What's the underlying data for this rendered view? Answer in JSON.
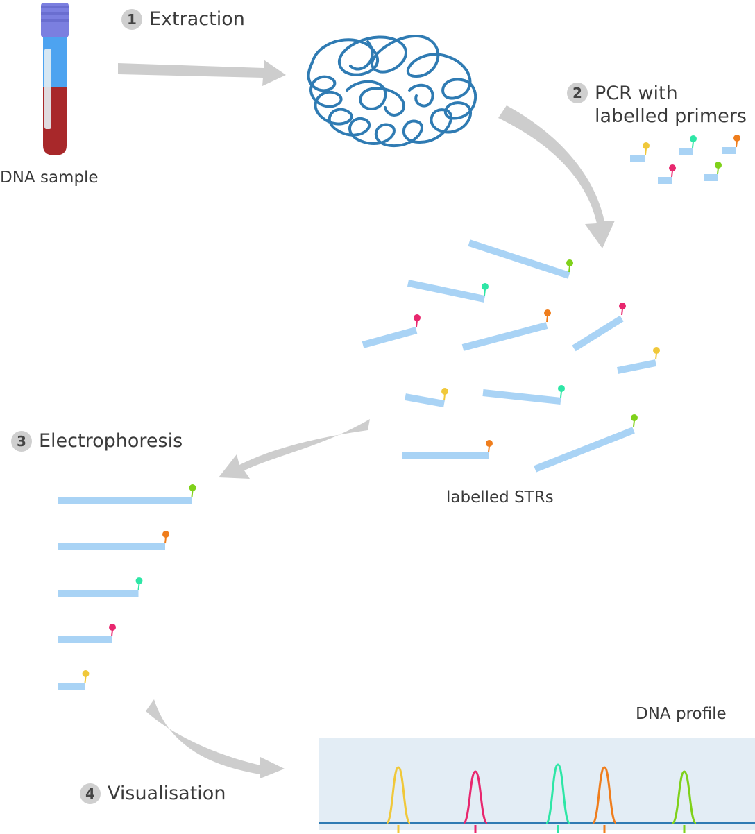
{
  "sample_label": "DNA sample",
  "steps": [
    {
      "number": "1",
      "label": "Extraction"
    },
    {
      "number": "2",
      "label": "PCR with",
      "label_line2": "labelled primers"
    },
    {
      "number": "3",
      "label": "Electrophoresis"
    },
    {
      "number": "4",
      "label": "Visualisation"
    }
  ],
  "strs_label": "labelled STRs",
  "profile_label": "DNA profile",
  "colors": {
    "strand": "#a9d3f5",
    "arrow": "#cdcdcd",
    "dna_coil": "#2f7bb3",
    "tube_cap": "#7b7fe0",
    "tube_top": "#4da3f0",
    "tube_blood": "#a8282a",
    "profile_panel": "#e3edf5",
    "profile_baseline": "#2f7bb3"
  },
  "dye_colors": {
    "yellow": "#f0c83a",
    "pink": "#e8276e",
    "green": "#2ee6a6",
    "orange": "#ef7d1c",
    "lime": "#7fd11a"
  },
  "electrophoresis_bands": [
    {
      "dye": "lime",
      "length": 5
    },
    {
      "dye": "orange",
      "length": 4
    },
    {
      "dye": "green",
      "length": 3
    },
    {
      "dye": "pink",
      "length": 2
    },
    {
      "dye": "yellow",
      "length": 1
    }
  ],
  "profile_peaks": [
    {
      "dye": "yellow"
    },
    {
      "dye": "pink"
    },
    {
      "dye": "green"
    },
    {
      "dye": "orange"
    },
    {
      "dye": "lime"
    }
  ]
}
